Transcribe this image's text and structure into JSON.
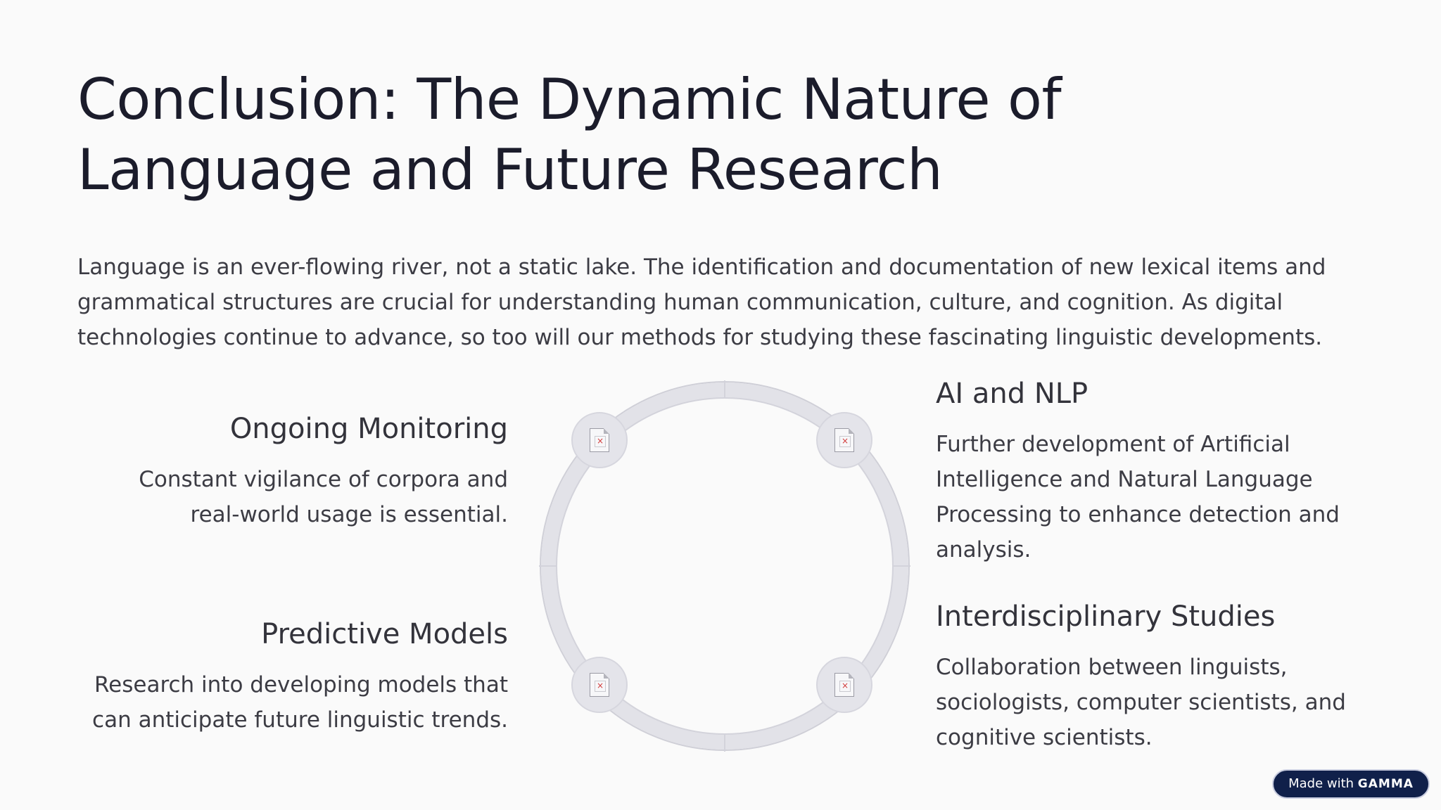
{
  "slide": {
    "title": "Conclusion: The Dynamic Nature of Language and Future Research",
    "intro": "Language is an ever-flowing river, not a static lake. The identification and documentation of new lexical items and grammatical structures are crucial for understanding human communication, culture, and cognition. As digital technologies continue to advance, so too will our methods for studying these fascinating linguistic developments."
  },
  "items": {
    "ongoing": {
      "heading": "Ongoing Monitoring",
      "body": "Constant vigilance of corpora and real-world usage is essential."
    },
    "predictive": {
      "heading": "Predictive Models",
      "body": "Research into developing models that can anticipate future linguistic trends."
    },
    "ai": {
      "heading": "AI and NLP",
      "body": "Further development of Artificial Intelligence and Natural Language Processing to enhance detection and analysis."
    },
    "inter": {
      "heading": "Interdisciplinary Studies",
      "body": "Collaboration between linguists, sociologists, computer scientists, and cognitive scientists."
    }
  },
  "diagram": {
    "node_icon": "broken-image-icon",
    "ring_color": "#e2e2e8",
    "ring_edge_color": "#cfcfd7"
  },
  "badge": {
    "prefix": "Made with",
    "brand": "GAMMA",
    "color": "#10204a"
  }
}
